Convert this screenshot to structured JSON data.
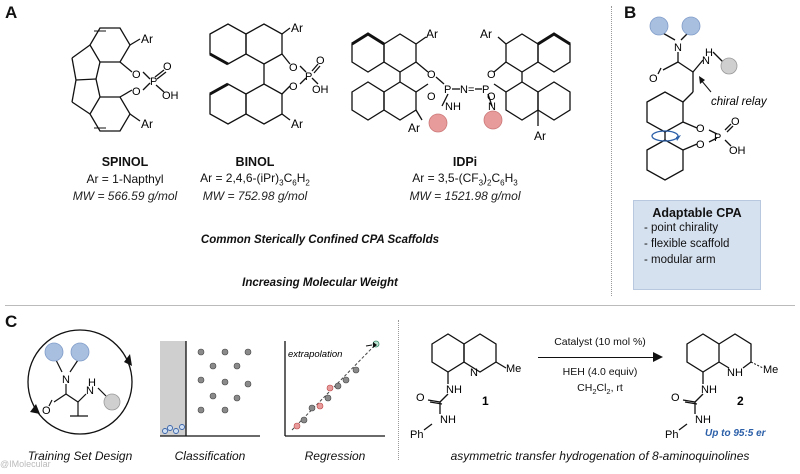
{
  "panels": {
    "a": "A",
    "b": "B",
    "c": "C"
  },
  "scaffolds": [
    {
      "name": "SPINOL",
      "ar": "Ar = 1-Napthyl",
      "mw": "MW = 566.59 g/mol"
    },
    {
      "name": "BINOL",
      "ar_prefix": "Ar = 2,4,6-(iPr)",
      "ar_sub1": "3",
      "ar_mid": "C",
      "ar_sub2": "6",
      "ar_suffix": "H",
      "ar_sub3": "2",
      "mw": "MW = 752.98 g/mol"
    },
    {
      "name": "IDPi",
      "ar_prefix": "Ar = 3,5-(CF",
      "ar_sub1": "3",
      "ar_mid": ")",
      "ar_sub2": "2",
      "ar_mid2": "C",
      "ar_sub3": "6",
      "ar_suffix": "H",
      "ar_sub4": "3",
      "mw": "MW = 1521.98 g/mol"
    }
  ],
  "captions": {
    "common": "Common Sterically Confined CPA Scaffolds",
    "increasing": "Increasing Molecular Weight"
  },
  "atoms": {
    "ar": "Ar",
    "o": "O",
    "p": "P",
    "oh": "OH",
    "n": "N",
    "nh": "NH",
    "h": "H",
    "me": "Me",
    "ph": "Ph",
    "n_eq": "N="
  },
  "panel_b": {
    "chiral_relay": "chiral relay",
    "box_title": "Adaptable CPA",
    "box_items": [
      "- point chirality",
      "- flexible scaffold",
      "- modular arm"
    ]
  },
  "panel_c": {
    "labels": {
      "training": "Training Set Design",
      "classification": "Classification",
      "regression": "Regression",
      "extrapolation": "extrapolation"
    },
    "reaction": {
      "catalyst": "Catalyst (10 mol %)",
      "heh": "HEH (4.0 equiv)",
      "solvent_prefix": "CH",
      "solvent_sub1": "2",
      "solvent_mid": "Cl",
      "solvent_sub2": "2",
      "solvent_suffix": ", rt",
      "sm_number": "1",
      "product_number": "2",
      "er": "Up to 95:5 er",
      "caption": "asymmetric transfer hydrogenation of 8-aminoquinolines"
    }
  },
  "watermark": "@IMolecular",
  "colors": {
    "blue_circle": "#a9bfe0",
    "grey_circle": "#cfcfcf",
    "red_circle": "#e79b9b",
    "box_fill": "#d6e1f0",
    "er_blue": "#2b5fa8",
    "divider": "#999999"
  }
}
